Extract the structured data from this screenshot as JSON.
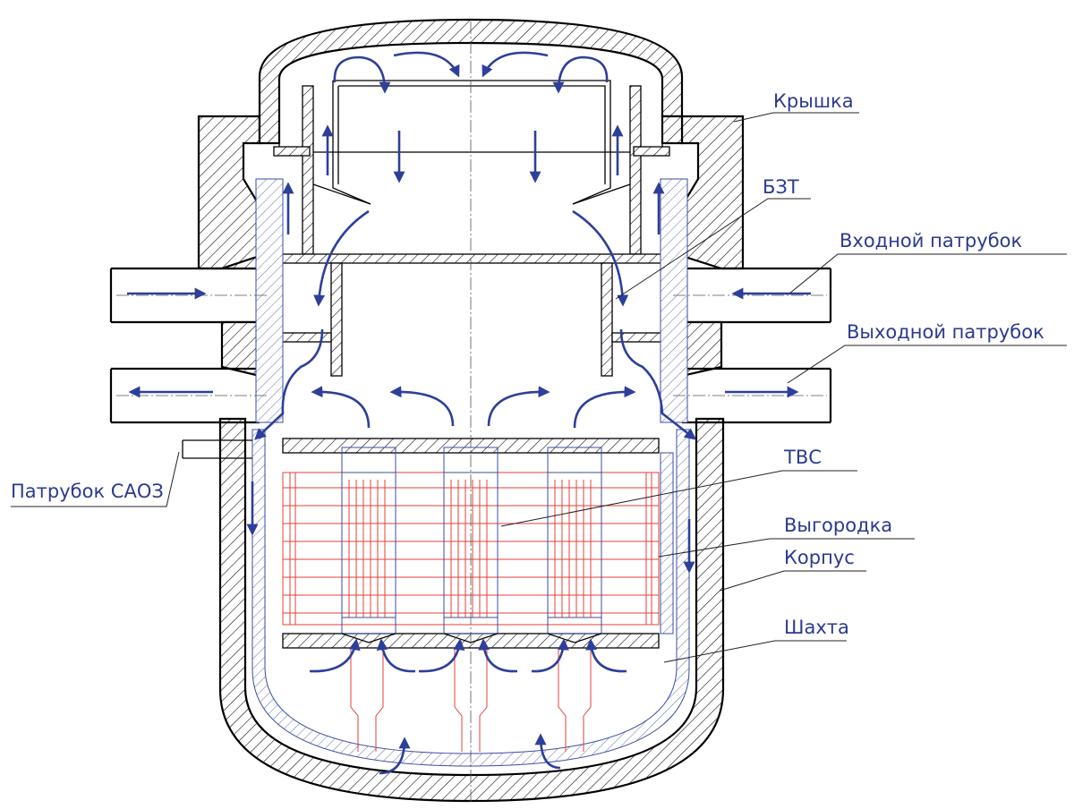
{
  "labels": {
    "lid": "Крышка",
    "bzt": "БЗТ",
    "inlet": "Входной патрубок",
    "outlet": "Выходной патрубок",
    "saoz": "Патрубок САОЗ",
    "fa": "ТВС",
    "baffle": "Выгородка",
    "vessel": "Корпус",
    "shaft": "Шахта"
  },
  "colors": {
    "outline": "#000000",
    "flow_arrows": "#2e3f99",
    "internals": "#3a4da0",
    "core_grid": "#e0403a",
    "label_text": "#2b3a8f"
  }
}
